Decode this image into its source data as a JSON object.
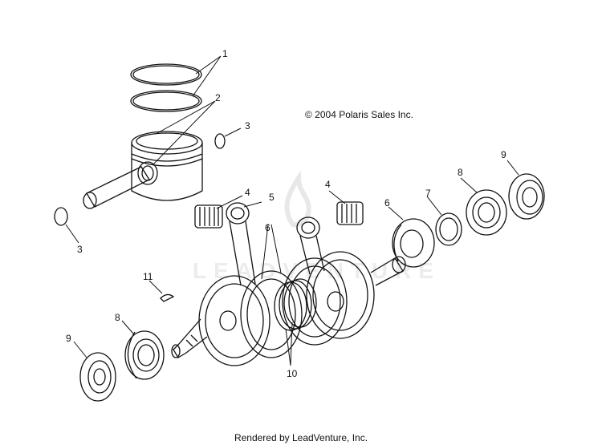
{
  "copyright": "© 2004 Polaris Sales Inc.",
  "footer": "Rendered by LeadVenture, Inc.",
  "watermark": {
    "logo": "LeadVenture",
    "text": "LEADVENTURE"
  },
  "callouts": {
    "c1": "1",
    "c2": "2",
    "c3_top": "3",
    "c3_left": "3",
    "c4_left": "4",
    "c4_right": "4",
    "c5": "5",
    "c6_center": "6",
    "c6_right": "6",
    "c7": "7",
    "c8_left": "8",
    "c8_right": "8",
    "c9_left": "9",
    "c9_right": "9",
    "c10": "10",
    "c11": "11"
  },
  "colors": {
    "line": "#111111",
    "watermark": "#ececec",
    "background": "#ffffff"
  }
}
